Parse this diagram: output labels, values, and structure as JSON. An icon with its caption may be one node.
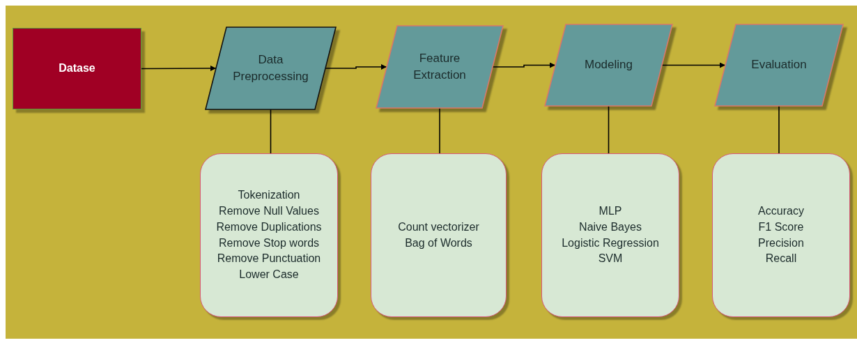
{
  "diagram": {
    "nodes": [
      {
        "text": [
          "Datase"
        ]
      },
      {
        "text": [
          "Data Preprocessing"
        ]
      },
      {
        "text": [
          "Feature Extraction"
        ]
      },
      {
        "text": [
          "Modeling"
        ]
      },
      {
        "text": [
          "Evaluation"
        ]
      },
      {
        "text": [
          "Tokenization",
          "Remove Null Values",
          "Remove Duplications",
          "Remove Stop words",
          "Remove Punctuation",
          "Lower Case"
        ]
      },
      {
        "text": [
          "Count vectorizer",
          "Bag of Words"
        ]
      },
      {
        "text": [
          "MLP",
          "Naive Bayes",
          "Logistic Regression",
          "SVM"
        ]
      },
      {
        "text": [
          "Accuracy",
          "F1 Score",
          "Precision",
          "Recall"
        ]
      }
    ],
    "edges": [
      {
        "from": 0,
        "to": 1,
        "arrow": "to"
      },
      {
        "from": 1,
        "to": 2,
        "arrow": "to"
      },
      {
        "from": 2,
        "to": 3,
        "arrow": "to"
      },
      {
        "from": 3,
        "to": 4,
        "arrow": "to"
      },
      {
        "from": 1,
        "to": 5,
        "arrow": "none"
      },
      {
        "from": 2,
        "to": 6,
        "arrow": "none"
      },
      {
        "from": 3,
        "to": 7,
        "arrow": "none"
      },
      {
        "from": 4,
        "to": 8,
        "arrow": "none"
      }
    ]
  }
}
